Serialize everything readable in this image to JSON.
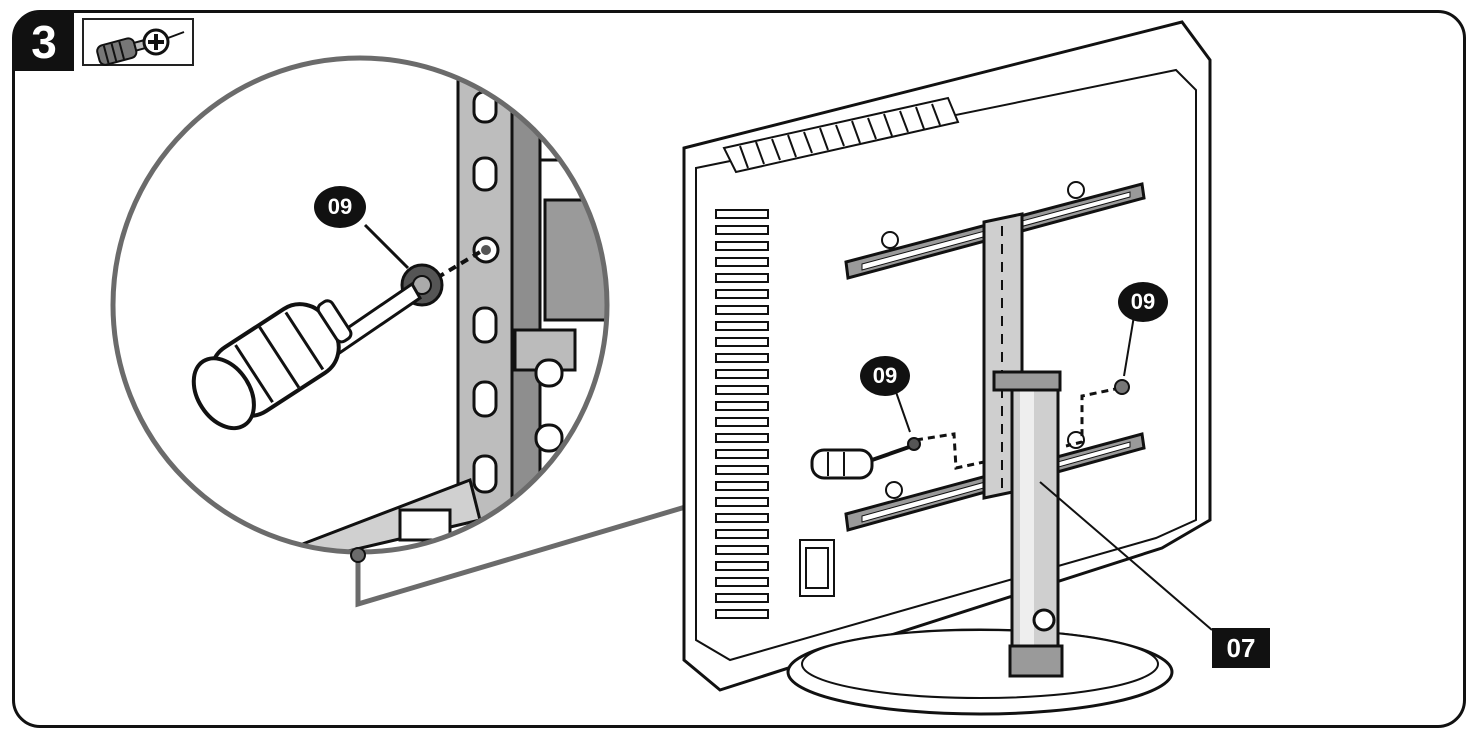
{
  "step": {
    "number": "3"
  },
  "tool": {
    "icon": "phillips-screwdriver-icon"
  },
  "callouts": {
    "zoom_part": "09",
    "tv_left_part": "09",
    "tv_right_part": "09",
    "stand_part": "07"
  },
  "colors": {
    "line": "#111111",
    "zoom_ring": "#6b6b6b",
    "bracket": "#9a9a9a",
    "stand": "#cfcfcf"
  }
}
